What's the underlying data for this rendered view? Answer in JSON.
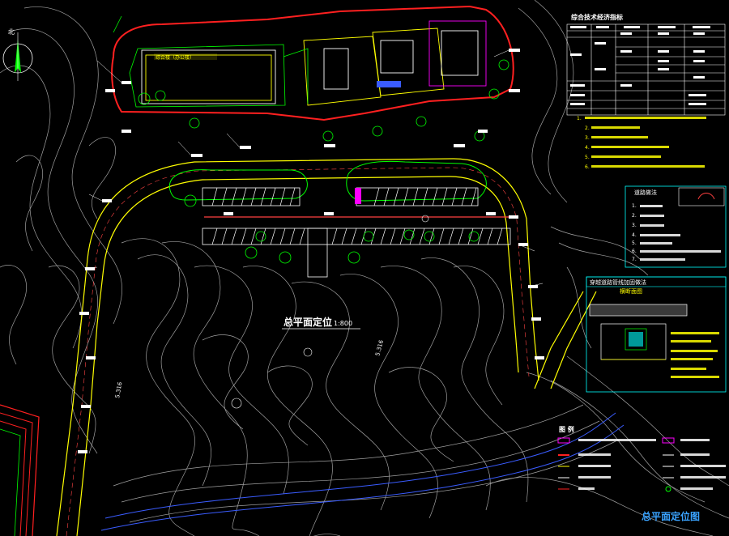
{
  "drawing": {
    "north_label": "北",
    "plan_title": "总平面定位",
    "plan_scale": "1:800",
    "sheet_title": "总平面定位图",
    "building_label": "综合楼（办公楼）",
    "contour_label_a": "5.316",
    "contour_label_b": "5.316"
  },
  "table": {
    "title": "综合技术经济指标"
  },
  "notes": {
    "items": [
      "1.",
      "2.",
      "3.",
      "4.",
      "5.",
      "6."
    ]
  },
  "road_method": {
    "title": "道路做法",
    "items": [
      "1.",
      "2.",
      "3.",
      "4.",
      "5.",
      "6.",
      "7."
    ]
  },
  "pipe_method": {
    "title": "穿越道路管线加固做法",
    "subtitle": "横断面图"
  },
  "legend": {
    "title": "图  例"
  },
  "colors": {
    "background": "#000000",
    "boundary": "#ff2020",
    "road": "#ffff00",
    "green_line": "#00ff00",
    "contour": "#c0c0c0",
    "magenta": "#ff00ff",
    "cyan": "#00ffff",
    "title_blue": "#3aa3ff"
  }
}
